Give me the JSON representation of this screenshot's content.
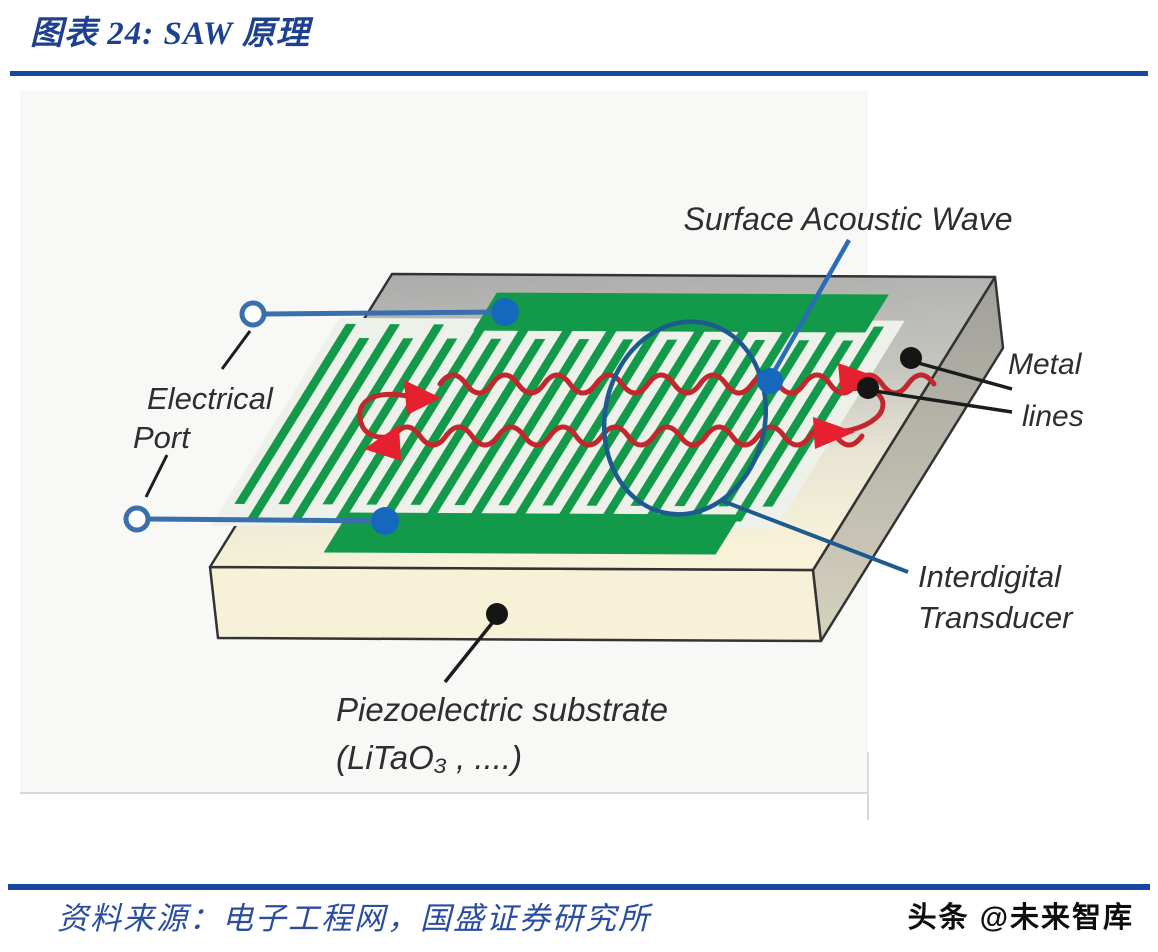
{
  "header": {
    "title": "图表 24:  SAW 原理"
  },
  "figure": {
    "labels": {
      "surface_acoustic_wave": "Surface Acoustic Wave",
      "electrical_port_line1": "Electrical",
      "electrical_port_line2": "Port",
      "metal_lines_line1": "Metal",
      "metal_lines_line2": "lines",
      "interdigital_line1": "Interdigital",
      "interdigital_line2": "Transducer",
      "substrate_line1": "Piezoelectric substrate",
      "substrate_line2": "(LiTaO₃ , ....)"
    },
    "colors": {
      "caption_navy": "#1e418f",
      "rule_navy": "#17479e",
      "idt_green": "#13994a",
      "wave_red": "#c2272d",
      "arrow_red": "#e6202e",
      "wire_blue": "#3a6fae",
      "node_blue": "#1668bc",
      "ellipse_blue": "#1d5a8f",
      "label_ink": "#2e2e2e",
      "substrate_cream": "#f6f1d7",
      "top_face_gray": "#a9a9a9"
    }
  },
  "footer": {
    "source": "资料来源：电子工程网，国盛证券研究所",
    "watermark": "头条 @未来智库"
  }
}
